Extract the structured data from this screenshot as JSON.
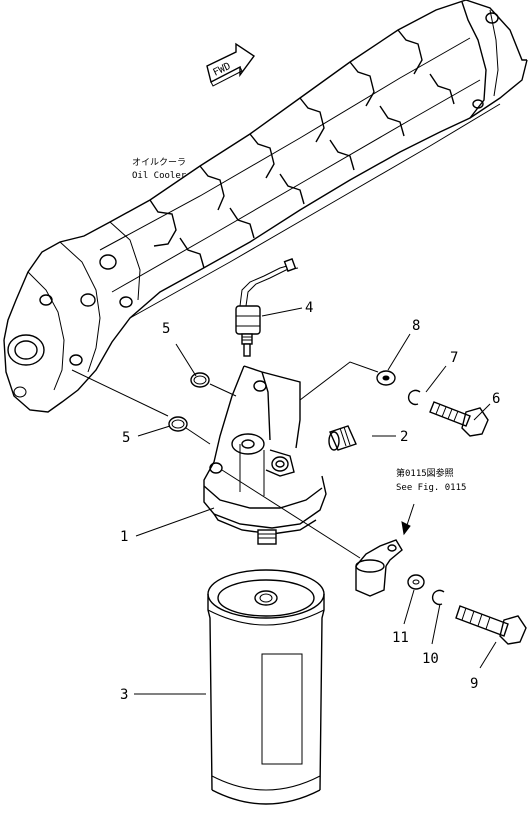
{
  "direction_arrow": {
    "label": "FWD"
  },
  "oil_cooler": {
    "label_jp": "オイルクーラ",
    "label_en": "Oil Cooler"
  },
  "see_fig": {
    "label_jp": "第0115図参照",
    "label_en": "See Fig. 0115"
  },
  "callouts": {
    "c1": "1",
    "c2": "2",
    "c3": "3",
    "c4": "4",
    "c5a": "5",
    "c5b": "5",
    "c6": "6",
    "c7": "7",
    "c8": "8",
    "c9": "9",
    "c10": "10",
    "c11": "11"
  }
}
